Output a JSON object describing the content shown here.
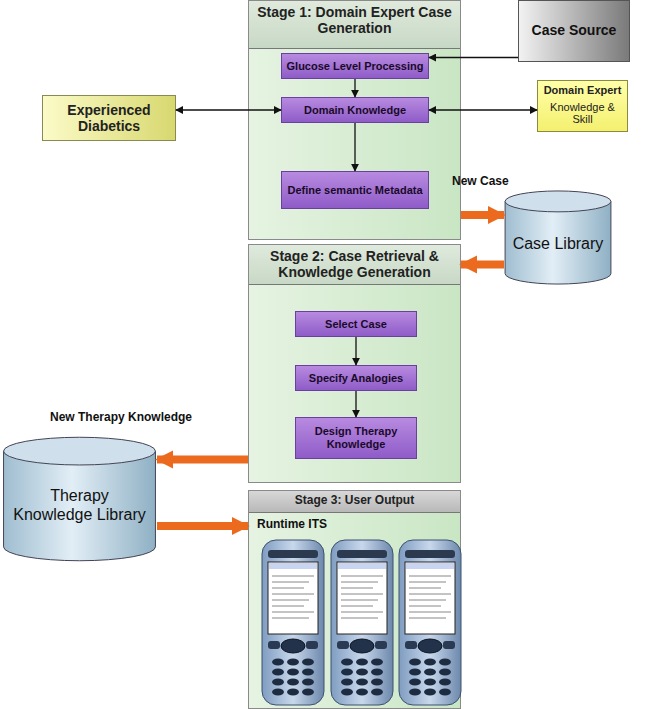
{
  "diagram": {
    "nodes": [
      {
        "text": [
          "Stage 1: Domain Expert Case Generation"
        ]
      },
      {
        "text": [
          "Glucose Level Processing"
        ],
        "in": 0
      },
      {
        "text": [
          "Domain Knowledge"
        ],
        "in": 0
      },
      {
        "text": [
          "Define semantic Metadata"
        ],
        "in": 0
      },
      {
        "text": [
          "Case Source"
        ]
      },
      {
        "text": [
          "Experienced Diabetics"
        ]
      },
      {
        "text": [
          "Domain Expert",
          "Knowledge & Skill"
        ]
      },
      {
        "text": [
          "Case Library"
        ]
      },
      {
        "text": [
          "Stage 2: Case Retrieval & Knowledge Generation"
        ]
      },
      {
        "text": [
          "Select Case"
        ],
        "in": 8
      },
      {
        "text": [
          "Specify Analogies"
        ],
        "in": 8
      },
      {
        "text": [
          "Design Therapy Knowledge"
        ],
        "in": 8
      },
      {
        "text": [
          "Therapy Knowledge Library"
        ]
      },
      {
        "text": [
          "Stage 3: User Output",
          "Runtime ITS"
        ]
      }
    ],
    "edges": [
      {
        "from": 4,
        "to": 1,
        "arrow": "to"
      },
      {
        "from": 1,
        "to": 2,
        "arrow": "to"
      },
      {
        "from": 2,
        "to": 3,
        "arrow": "to"
      },
      {
        "from": 5,
        "to": 2,
        "arrow": "both"
      },
      {
        "from": 2,
        "to": 6,
        "arrow": "both"
      },
      {
        "from": 0,
        "to": 7,
        "arrow": "to"
      },
      {
        "from": 7,
        "to": 8,
        "arrow": "to"
      },
      {
        "from": 9,
        "to": 10,
        "arrow": "to"
      },
      {
        "from": 10,
        "to": 11,
        "arrow": "to"
      },
      {
        "from": 8,
        "to": 12,
        "arrow": "to"
      },
      {
        "from": 12,
        "to": 13,
        "arrow": "to"
      }
    ],
    "labels": [
      "New Case",
      "New Therapy Knowledge"
    ]
  }
}
